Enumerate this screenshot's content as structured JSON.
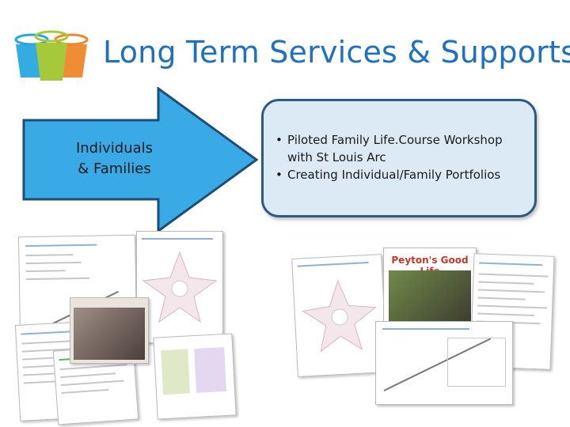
{
  "slide": {
    "title": "Long Term Services & Supports",
    "arrow_text_line1": "Individuals",
    "arrow_text_line2": "& Families",
    "bullets": [
      "Piloted Family Life.Course Workshop with St Louis Arc",
      "Creating Individual/Family Portfolios"
    ],
    "photo_doc_title": "Peyton's Good Life"
  },
  "colors": {
    "title": "#1f70c1",
    "arrow_fill": "#3aaae6",
    "arrow_stroke": "#1d4e76",
    "bubble_fill": "#dceaf6",
    "bucket_blue": "#29a6df",
    "bucket_green": "#a6c83b",
    "bucket_orange": "#f0862b"
  },
  "icons": {
    "logo": "three-buckets-logo"
  }
}
